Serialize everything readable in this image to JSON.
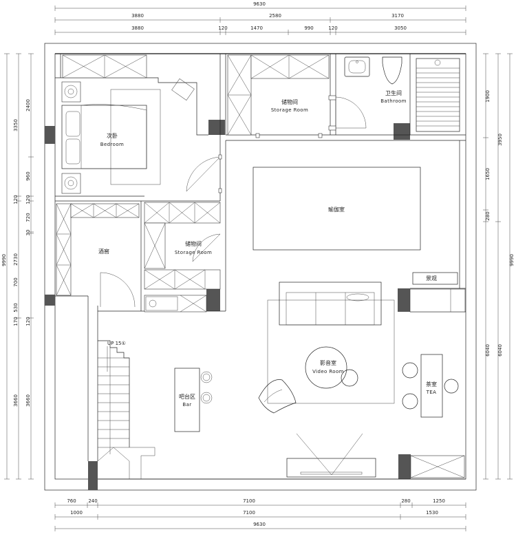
{
  "dimensions": {
    "top_total": "9630",
    "top_row1": [
      "3880",
      "2580",
      "3170"
    ],
    "top_row2": [
      "3880",
      "120",
      "1470",
      "990",
      "120",
      "3050"
    ],
    "left_outer": [
      "3350",
      "120",
      "9990",
      "3660"
    ],
    "left_outer_lower": [
      "2730",
      "700",
      "530",
      "170"
    ],
    "left_inner": [
      "2400",
      "960",
      "120",
      "720",
      "30",
      "120",
      "3660"
    ],
    "right_outer": [
      "3950",
      "9990",
      "6040"
    ],
    "right_inner": [
      "1900",
      "1650",
      "280",
      "6040"
    ],
    "bottom_row1": [
      "760",
      "240",
      "7100",
      "280",
      "1250"
    ],
    "bottom_row2": [
      "1000",
      "7100",
      "1530"
    ],
    "bottom_total": "9630"
  },
  "rooms": {
    "bedroom_cn": "次卧",
    "bedroom_en": "Bedroom",
    "storage_top_cn": "储物间",
    "storage_top_en": "Storage Room",
    "bathroom_cn": "卫生间",
    "bathroom_en": "Bathroom",
    "yoga_cn": "瑜伽室",
    "wine_cn": "酒窖",
    "storage_mid_cn": "储物间",
    "storage_mid_en": "Storage Room",
    "landscape_cn": "景观",
    "video_cn": "影音室",
    "video_en": "Video Room",
    "tea_cn": "茶室",
    "tea_en": "TEA",
    "bar_cn": "吧台区",
    "bar_en": "Bar",
    "stair_label": "UP 15①"
  }
}
